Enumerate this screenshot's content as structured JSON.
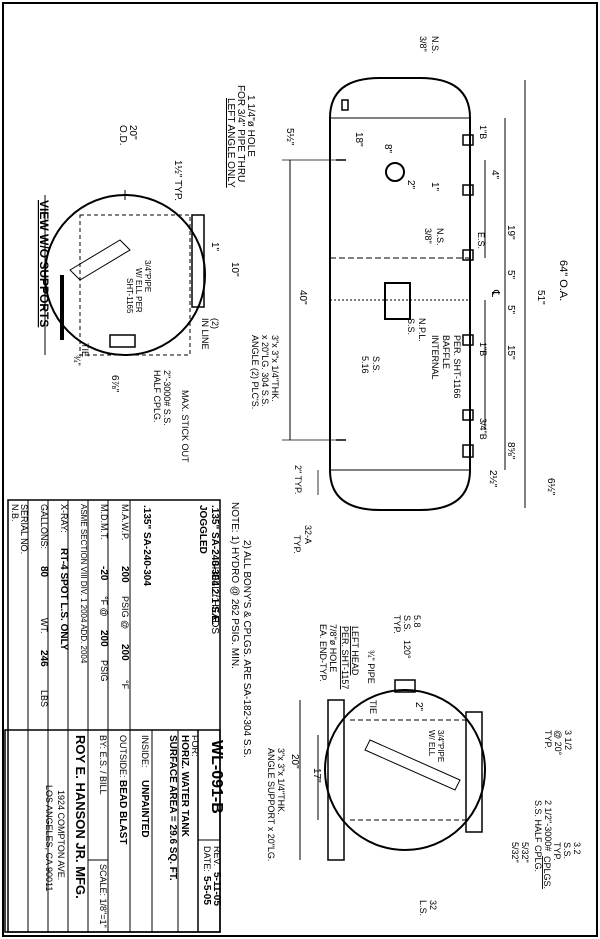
{
  "drawing": {
    "view_title": "VIEW W/O SUPPORTS",
    "hole_note": [
      "1 1/4\"ø HOLE",
      "FOR 3/4\" PIPE THRU",
      "LEFT ANGLE ONLY"
    ],
    "od_label": [
      "20\"",
      "O.D."
    ],
    "typ_1_5": "1½\" TYP.",
    "dim_10": "10\"",
    "dim_1": "1\"",
    "dim_40": "40\"",
    "dim_5_5": "5½\"",
    "dim_18_top": "18\"",
    "dim_8": "8\"",
    "dim_2": "2\"",
    "dim_1_top": "1\"",
    "dim_19": "19\"",
    "dim_4": "4\"",
    "dim_64": "64\" O.A.",
    "dim_51": "51\"",
    "dim_5a": "5\"",
    "dim_5b": "5\"",
    "dim_15": "15\"",
    "dim_8_5": "8⅝\"",
    "dim_6_5": "6½\"",
    "dim_2_5": "2½\"",
    "dim_2typ": "2\" TYP.",
    "pipe_label": "3/4\"PIPE",
    "ell_label": "W/ ELL PER",
    "sht_label": "SHT-1165",
    "tie_label": "TIE",
    "angle_note": [
      "3\"x 3\"x 1/4\"THK.",
      "x 20\"LG. 304 S.S.",
      "ANGLE (2) PLC'S."
    ],
    "in_line": [
      "(2)",
      "IN LINE"
    ],
    "max_stick": "MAX. STICK OUT",
    "half_cplg": [
      "2\"-3000# S.S.",
      "HALF CPLG."
    ],
    "dim_6_7_8": "6⅞\"",
    "dim_3_4": "¾\"",
    "ss_npl": [
      "S.S.",
      "N.P.L."
    ],
    "internal_baffle": [
      "INTERNAL",
      "BAFFLE",
      "PER. SHT-1166"
    ],
    "ss_516": [
      "5.16",
      "S.S."
    ],
    "ss_ns_top": [
      "3/8\"",
      "N.S."
    ],
    "ss_ns_mid": [
      "3/8\"",
      "N.S."
    ],
    "dim_1b": "1\"B",
    "dim_1b2": "1\"B",
    "dim_3_4b": "3/4\"B",
    "es_label": "E.S.",
    "c_symbol": "℄",
    "weld_32a": "32-A",
    "weld_32a_typ": "TYP.",
    "ss_120": [
      "S.S.",
      "TYP."
    ],
    "ss_58": "5.8",
    "deg_120": "120°",
    "dim_3_4_pipe": "¾\" PIPE",
    "tie2": "TIE",
    "left_head": [
      "LEFT HEAD",
      "PER. SHT-1157"
    ],
    "hole_78": [
      "7/8\"ø HOLE",
      "EA. END-TYP."
    ],
    "angle_support": [
      "3\"x 3\"x 1/4\"THK.",
      "ANGLE SUPPORT x 20\"LG."
    ],
    "dim_20_right": "20\"",
    "dim_17": "17\"",
    "dim_2_right": "2\"",
    "pipe_ell_r": [
      "3/4\"PIPE",
      "W/ ELL"
    ],
    "deg_20": [
      "3 1/2",
      "@ 20°",
      "TYP."
    ],
    "half_cplg_r": [
      "2 1/2\"-3000#",
      "S.S. HALF CPLG."
    ],
    "dim_532a": "5/32\"",
    "dim_532b": "5/32\"",
    "ss_typ_cplgs": [
      "3.2",
      "S.S.",
      "TYP.",
      "CPLGS."
    ],
    "ls_label": [
      "32",
      "L.S."
    ]
  },
  "notes": {
    "note1": "NOTE: 1) HYDRO @ 262 PSIG. MIN.",
    "note2": "2) ALL BONY'S & CPLGS. ARE SA-182-304 S.S."
  },
  "title_block": {
    "shell_heads": "SHELL / HEADS",
    "shell_spec": ".135\" SA-240-304   2:1 S.E.",
    "joggled": "JOGGLED",
    "head_spec": ".135\" SA-240-304",
    "mawp_label": "M.A.W.P.",
    "mawp_val": "200",
    "psig1": "PSIG @",
    "temp1": "200",
    "deg_f1": "°F",
    "mdmt_label": "M.D.M.T.",
    "mdmt_val": "-20",
    "deg_f2": "°F @",
    "mdmt_psig": "200",
    "psig2": "PSIG",
    "asme": "ASME SECTION VIII DIV. 1  2004 ADD. 2004",
    "xray_label": "X-RAY:",
    "xray_val": "RT-4  SPOT L.S. ONLY",
    "gallons_label": "GALLONS:",
    "gallons_val": "80",
    "wt_label": "WT.",
    "wt_val": "246",
    "lbs": "LBS",
    "serial_label": "SERIAL NO.",
    "nb_label": "N.B.",
    "dwg_no": "WL-091-B",
    "rev_label": "REV.",
    "rev_val": "5-11-05",
    "date_label": "DATE:",
    "date_val": "5-5-05",
    "for_label": "FOR:",
    "desc1": "HORIZ. WATER TANK",
    "desc2": "SURFACE AREA = 29.6 SQ. FT.",
    "inside_label": "INSIDE:",
    "inside_val": "UNPAINTED",
    "outside_label": "OUTSIDE:",
    "outside_val": "BEAD BLAST",
    "by_label": "BY: E.S. / BILL",
    "scale_label": "SCALE: 1/8\"=1\"",
    "company": "ROY E. HANSON JR. MFG.",
    "address1": "1924 COMPTON AVE.",
    "address2": "LOS ANGELES, CA  90011"
  }
}
